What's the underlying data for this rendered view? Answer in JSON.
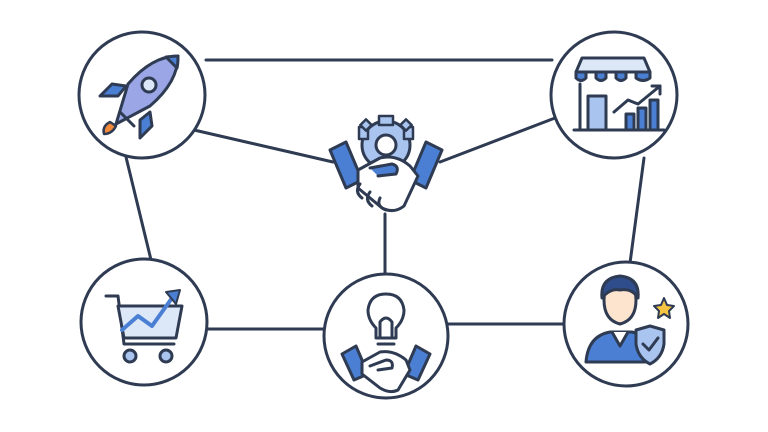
{
  "diagram": {
    "background": "#ffffff",
    "colors": {
      "outline": "#2e3b52",
      "primary_blue": "#4a7fd4",
      "light_blue": "#a9c4ee",
      "pale_blue": "#dce7f8",
      "lavender": "#9aa6e6",
      "flame_orange": "#f28a3a",
      "star_yellow": "#f5c542",
      "skin": "#fde4cf"
    },
    "nodes": [
      {
        "id": "rocket",
        "icon": "rocket-icon"
      },
      {
        "id": "storefront-growth",
        "icon": "storefront-growth-icon"
      },
      {
        "id": "partnership",
        "icon": "handshake-gear-icon"
      },
      {
        "id": "cart-growth",
        "icon": "shopping-cart-chart-icon"
      },
      {
        "id": "idea-deal",
        "icon": "lightbulb-handshake-icon"
      },
      {
        "id": "trusted-expert",
        "icon": "user-shield-star-icon"
      }
    ],
    "edges": [
      [
        "rocket",
        "storefront-growth"
      ],
      [
        "rocket",
        "partnership"
      ],
      [
        "storefront-growth",
        "partnership"
      ],
      [
        "rocket",
        "cart-growth"
      ],
      [
        "storefront-growth",
        "trusted-expert"
      ],
      [
        "partnership",
        "idea-deal"
      ],
      [
        "cart-growth",
        "idea-deal"
      ],
      [
        "idea-deal",
        "trusted-expert"
      ]
    ]
  }
}
